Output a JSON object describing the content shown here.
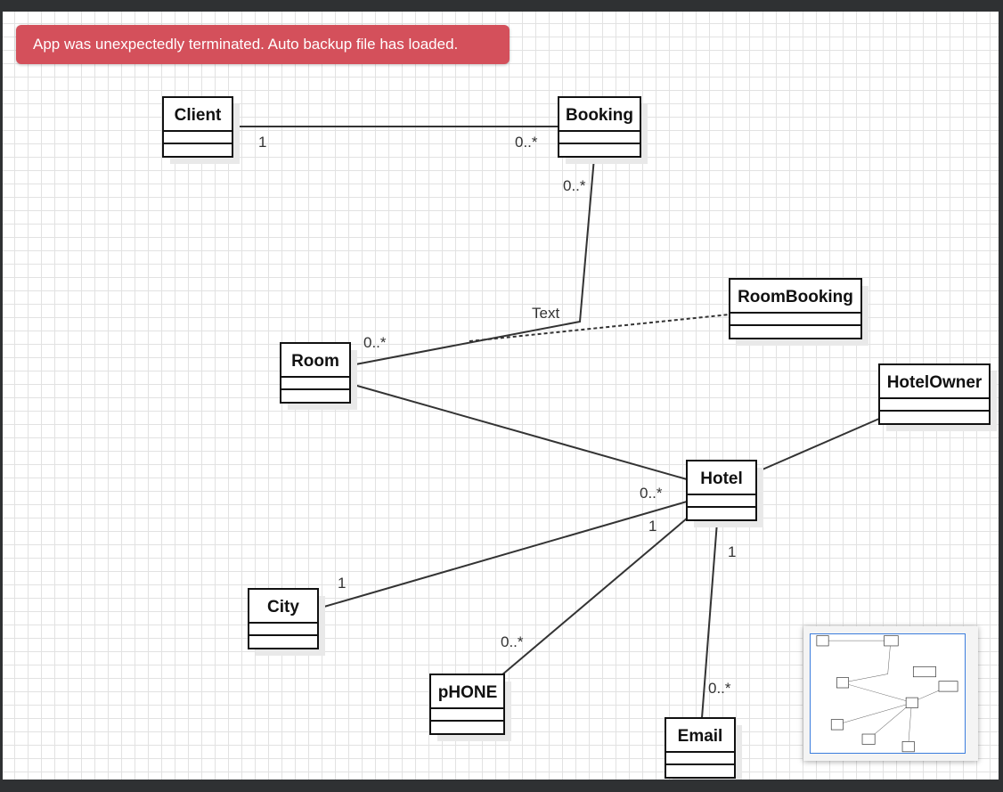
{
  "notification": {
    "message": "App was unexpectedly terminated. Auto backup file has loaded."
  },
  "diagram": {
    "classes": {
      "client": "Client",
      "booking": "Booking",
      "roombooking": "RoomBooking",
      "room": "Room",
      "hotelowner": "HotelOwner",
      "hotel": "Hotel",
      "city": "City",
      "phone": "pHONE",
      "email": "Email"
    },
    "labels": {
      "client_booking_client_end": "1",
      "client_booking_booking_end": "0..*",
      "booking_room_booking_end": "0..*",
      "booking_room_middle": "Text",
      "booking_room_room_end": "0..*",
      "hotel_room_end": "0..*",
      "hotel_city_hotel_end": "1",
      "hotel_city_city_end": "1",
      "hotel_email_hotel_end": "1",
      "hotel_phone_end": "0..*",
      "hotel_email_email_end": "0..*"
    }
  },
  "colors": {
    "notification_bg": "#d4505b",
    "minimap_border": "#3b7ddd"
  }
}
